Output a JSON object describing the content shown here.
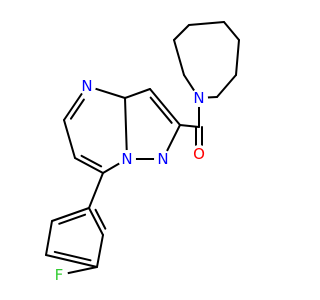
{
  "molecule": {
    "atoms": {
      "n_pyrimidine": {
        "symbol": "N",
        "color": "#0000ff"
      },
      "n_bridge": {
        "symbol": "N",
        "color": "#0000ff"
      },
      "n_pyrazole": {
        "symbol": "N",
        "color": "#0000ff"
      },
      "n_azepane": {
        "symbol": "N",
        "color": "#0000ff"
      },
      "o_carbonyl": {
        "symbol": "O",
        "color": "#ff0000"
      },
      "f_fluoro": {
        "symbol": "F",
        "color": "#33cc33"
      }
    },
    "bond_color": "#000000"
  }
}
